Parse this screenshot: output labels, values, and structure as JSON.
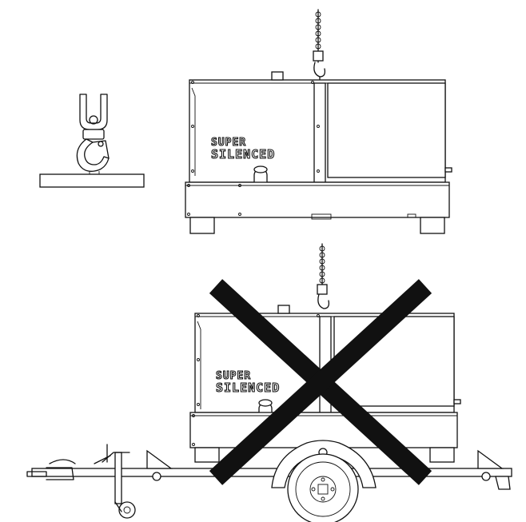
{
  "figure": {
    "description_labels": {
      "brand_line_1": "SUPER",
      "brand_line_2": "SILENCED"
    },
    "panels": [
      {
        "id": "hook-detail",
        "icon": "lifting-hook-icon"
      },
      {
        "id": "correct-lifting",
        "icon": "chain-icon"
      },
      {
        "id": "incorrect-lifting",
        "icon": "prohibited-x-icon"
      }
    ],
    "colors": {
      "line": "#111111",
      "background": "#ffffff",
      "cross": "#111111"
    }
  }
}
